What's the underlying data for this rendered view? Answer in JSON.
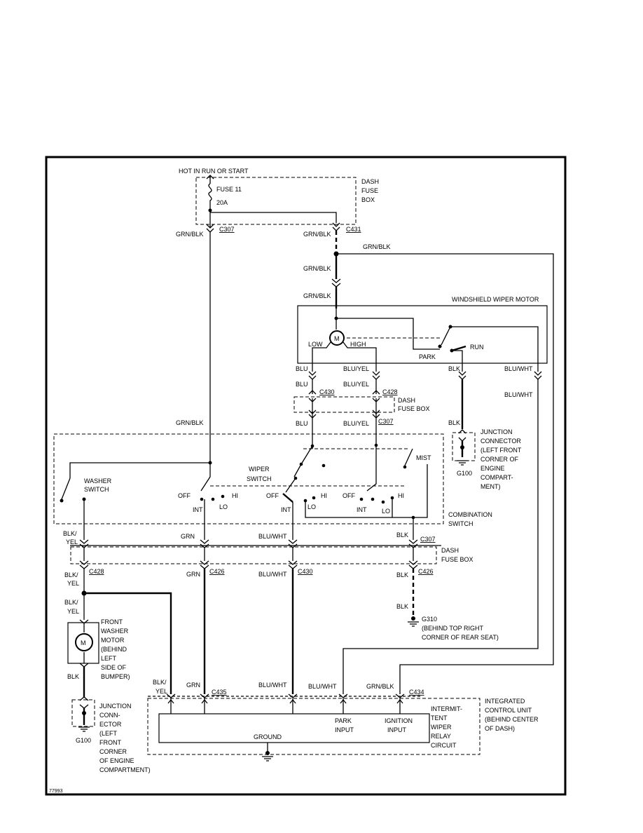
{
  "power": {
    "hot": "HOT IN RUN OR START",
    "fuse": "FUSE 11",
    "amps": "20A",
    "dash_fuse_box": [
      "DASH",
      "FUSE",
      "BOX"
    ]
  },
  "connectors": {
    "c307": "C307",
    "c431": "C431",
    "c430": "C430",
    "c428": "C428",
    "c426": "C426",
    "c435": "C435",
    "c434": "C434"
  },
  "wires": {
    "grn_blk": "GRN/BLK",
    "blu": "BLU",
    "blu_yel": "BLU/YEL",
    "blk": "BLK",
    "blu_wht": "BLU/WHT",
    "grn": "GRN",
    "blk_yel": [
      "BLK/",
      "YEL"
    ]
  },
  "motor": {
    "title": "WINDSHIELD WIPER MOTOR",
    "low": "LOW",
    "high": "HIGH",
    "park": "PARK",
    "run": "RUN",
    "m": "M"
  },
  "fusebox_mid": [
    "DASH",
    "FUSE BOX"
  ],
  "junction_top": [
    "JUNCTION",
    "CONNECTOR",
    "(LEFT FRONT",
    "CORNER OF",
    "ENGINE",
    "COMPART-",
    "MENT)"
  ],
  "g100": "G100",
  "switch": {
    "washer": [
      "WASHER",
      "SWITCH"
    ],
    "wiper": [
      "WIPER",
      "SWITCH"
    ],
    "mist": "MIST",
    "off": "OFF",
    "int": "INT",
    "lo": "LO",
    "hi": "HI",
    "combination": [
      "COMBINATION",
      "SWITCH"
    ]
  },
  "fusebox_low": [
    "DASH",
    "FUSE BOX"
  ],
  "washer_motor": [
    "FRONT",
    "WASHER",
    "MOTOR",
    "(BEHIND",
    "LEFT",
    "SIDE OF",
    "BUMPER)"
  ],
  "g310": [
    "G310",
    "(BEHIND TOP RIGHT",
    "CORNER OF REAR SEAT)"
  ],
  "junction_bottom": [
    "JUNCTION",
    "CONN-",
    "ECTOR",
    "(LEFT",
    "FRONT",
    "CORNER",
    "OF ENGINE",
    "COMPARTMENT)"
  ],
  "icu": {
    "title": [
      "INTEGRATED",
      "CONTROL UNIT",
      "(BEHIND CENTER",
      "OF DASH)"
    ],
    "relay": [
      "INTERMIT-",
      "TENT",
      "WIPER",
      "RELAY",
      "CIRCUIT"
    ],
    "park_input": [
      "PARK",
      "INPUT"
    ],
    "ignition_input": [
      "IGNITION",
      "INPUT"
    ],
    "ground": "GROUND"
  },
  "figure_id": "77993"
}
